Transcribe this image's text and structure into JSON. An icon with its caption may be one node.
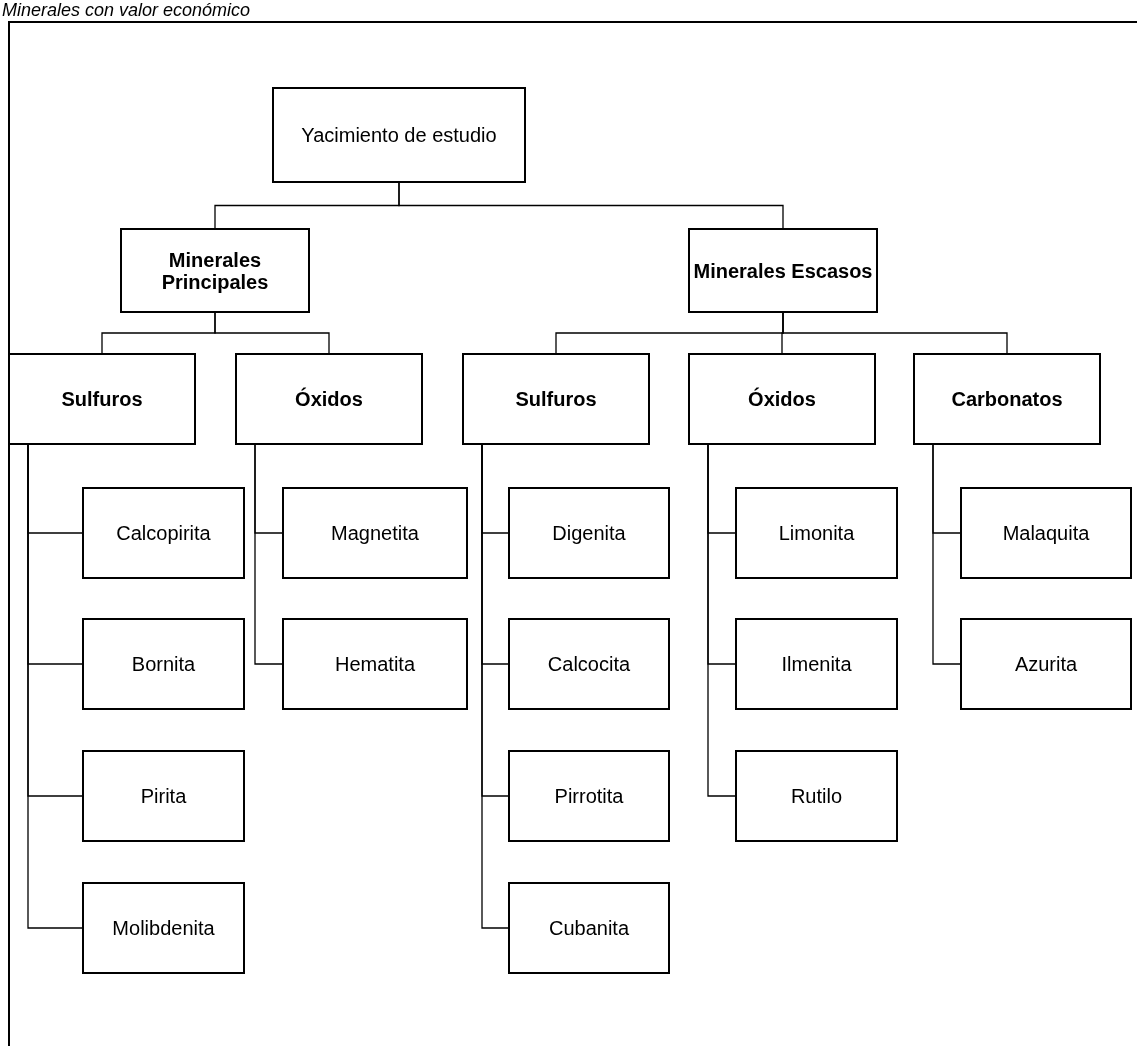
{
  "diagram": {
    "title": "Minerales con valor económico",
    "nodes": [
      {
        "text": [
          "Yacimiento de estudio"
        ]
      },
      {
        "text": [
          "Minerales Principales"
        ]
      },
      {
        "text": [
          "Minerales Escasos"
        ]
      },
      {
        "text": [
          "Sulfuros"
        ]
      },
      {
        "text": [
          "Óxidos"
        ]
      },
      {
        "text": [
          "Sulfuros"
        ]
      },
      {
        "text": [
          "Óxidos"
        ]
      },
      {
        "text": [
          "Carbonatos"
        ]
      },
      {
        "text": [
          "Calcopirita"
        ]
      },
      {
        "text": [
          "Bornita"
        ]
      },
      {
        "text": [
          "Pirita"
        ]
      },
      {
        "text": [
          "Molibdenita"
        ]
      },
      {
        "text": [
          "Magnetita"
        ]
      },
      {
        "text": [
          "Hematita"
        ]
      },
      {
        "text": [
          "Digenita"
        ]
      },
      {
        "text": [
          "Calcocita"
        ]
      },
      {
        "text": [
          "Pirrotita"
        ]
      },
      {
        "text": [
          "Cubanita"
        ]
      },
      {
        "text": [
          "Limonita"
        ]
      },
      {
        "text": [
          "Ilmenita"
        ]
      },
      {
        "text": [
          "Rutilo"
        ]
      },
      {
        "text": [
          "Malaquita"
        ]
      },
      {
        "text": [
          "Azurita"
        ]
      }
    ],
    "edges": [
      {
        "from": 0,
        "to": 1,
        "arrow": "none"
      },
      {
        "from": 0,
        "to": 2,
        "arrow": "none"
      },
      {
        "from": 1,
        "to": 3,
        "arrow": "none"
      },
      {
        "from": 1,
        "to": 4,
        "arrow": "none"
      },
      {
        "from": 2,
        "to": 5,
        "arrow": "none"
      },
      {
        "from": 2,
        "to": 6,
        "arrow": "none"
      },
      {
        "from": 2,
        "to": 7,
        "arrow": "none"
      },
      {
        "from": 3,
        "to": 8,
        "arrow": "none"
      },
      {
        "from": 3,
        "to": 9,
        "arrow": "none"
      },
      {
        "from": 3,
        "to": 10,
        "arrow": "none"
      },
      {
        "from": 3,
        "to": 11,
        "arrow": "none"
      },
      {
        "from": 4,
        "to": 12,
        "arrow": "none"
      },
      {
        "from": 4,
        "to": 13,
        "arrow": "none"
      },
      {
        "from": 5,
        "to": 14,
        "arrow": "none"
      },
      {
        "from": 5,
        "to": 15,
        "arrow": "none"
      },
      {
        "from": 5,
        "to": 16,
        "arrow": "none"
      },
      {
        "from": 5,
        "to": 17,
        "arrow": "none"
      },
      {
        "from": 6,
        "to": 18,
        "arrow": "none"
      },
      {
        "from": 6,
        "to": 19,
        "arrow": "none"
      },
      {
        "from": 6,
        "to": 20,
        "arrow": "none"
      },
      {
        "from": 7,
        "to": 21,
        "arrow": "none"
      },
      {
        "from": 7,
        "to": 22,
        "arrow": "none"
      }
    ]
  }
}
